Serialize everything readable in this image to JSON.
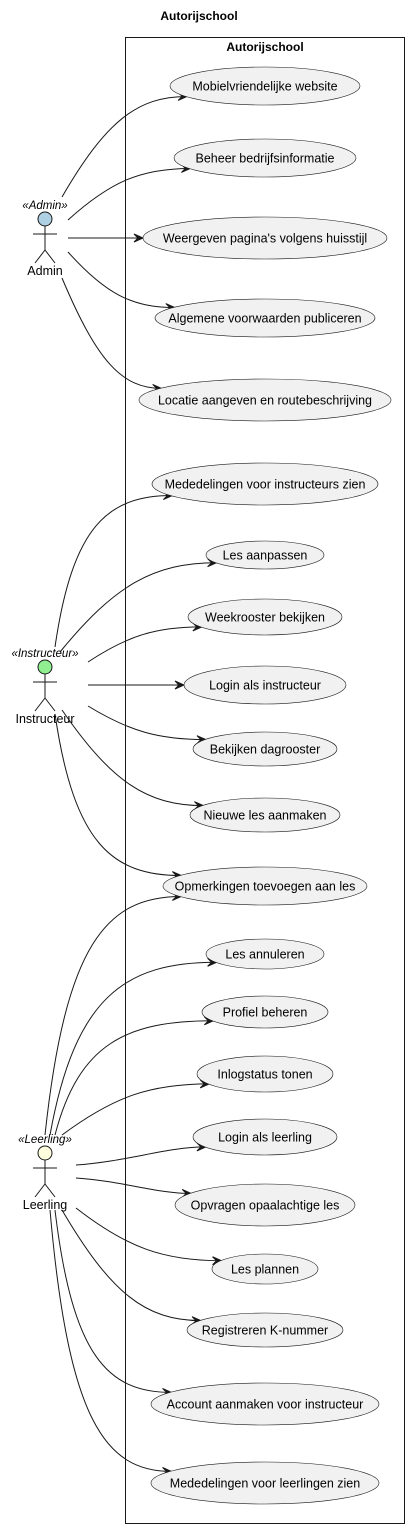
{
  "diagram": {
    "title": "Autorijschool",
    "system": {
      "name": "Autorijschool"
    },
    "actors": [
      {
        "id": "admin",
        "name": "Admin",
        "stereotype": "«Admin»",
        "color": "#ADD1E2"
      },
      {
        "id": "instructeur",
        "name": "Instructeur",
        "stereotype": "«Instructeur»",
        "color": "#90EE90"
      },
      {
        "id": "leerling",
        "name": "Leerling",
        "stereotype": "«Leerling»",
        "color": "#FFFFE0"
      }
    ],
    "use_cases": [
      {
        "id": "uc1",
        "label": "Mobielvriendelijke website"
      },
      {
        "id": "uc2",
        "label": "Beheer bedrijfsinformatie"
      },
      {
        "id": "uc3",
        "label": "Weergeven pagina's volgens huisstijl"
      },
      {
        "id": "uc4",
        "label": "Algemene voorwaarden publiceren"
      },
      {
        "id": "uc5",
        "label": "Locatie aangeven en routebeschrijving"
      },
      {
        "id": "uc6",
        "label": "Mededelingen voor instructeurs zien"
      },
      {
        "id": "uc7",
        "label": "Les aanpassen"
      },
      {
        "id": "uc8",
        "label": "Weekrooster bekijken"
      },
      {
        "id": "uc9",
        "label": "Login als instructeur"
      },
      {
        "id": "uc10",
        "label": "Bekijken dagrooster"
      },
      {
        "id": "uc11",
        "label": "Nieuwe les aanmaken"
      },
      {
        "id": "uc12",
        "label": "Opmerkingen toevoegen aan les"
      },
      {
        "id": "uc13",
        "label": "Les annuleren"
      },
      {
        "id": "uc14",
        "label": "Profiel beheren"
      },
      {
        "id": "uc15",
        "label": "Inlogstatus tonen"
      },
      {
        "id": "uc16",
        "label": "Login als leerling"
      },
      {
        "id": "uc17",
        "label": "Opvragen opaalachtige les"
      },
      {
        "id": "uc18",
        "label": "Les plannen"
      },
      {
        "id": "uc19",
        "label": "Registreren K-nummer"
      },
      {
        "id": "uc20",
        "label": "Account aanmaken voor instructeur"
      },
      {
        "id": "uc21",
        "label": "Mededelingen voor leerlingen zien"
      }
    ],
    "associations": [
      {
        "from": "admin",
        "to": "uc1"
      },
      {
        "from": "admin",
        "to": "uc2"
      },
      {
        "from": "admin",
        "to": "uc3"
      },
      {
        "from": "admin",
        "to": "uc4"
      },
      {
        "from": "admin",
        "to": "uc5"
      },
      {
        "from": "instructeur",
        "to": "uc6"
      },
      {
        "from": "instructeur",
        "to": "uc7"
      },
      {
        "from": "instructeur",
        "to": "uc8"
      },
      {
        "from": "instructeur",
        "to": "uc9"
      },
      {
        "from": "instructeur",
        "to": "uc10"
      },
      {
        "from": "instructeur",
        "to": "uc11"
      },
      {
        "from": "instructeur",
        "to": "uc12"
      },
      {
        "from": "leerling",
        "to": "uc12"
      },
      {
        "from": "leerling",
        "to": "uc13"
      },
      {
        "from": "leerling",
        "to": "uc14"
      },
      {
        "from": "leerling",
        "to": "uc15"
      },
      {
        "from": "leerling",
        "to": "uc16"
      },
      {
        "from": "leerling",
        "to": "uc17"
      },
      {
        "from": "leerling",
        "to": "uc18"
      },
      {
        "from": "leerling",
        "to": "uc19"
      },
      {
        "from": "leerling",
        "to": "uc20"
      },
      {
        "from": "leerling",
        "to": "uc21"
      }
    ]
  }
}
